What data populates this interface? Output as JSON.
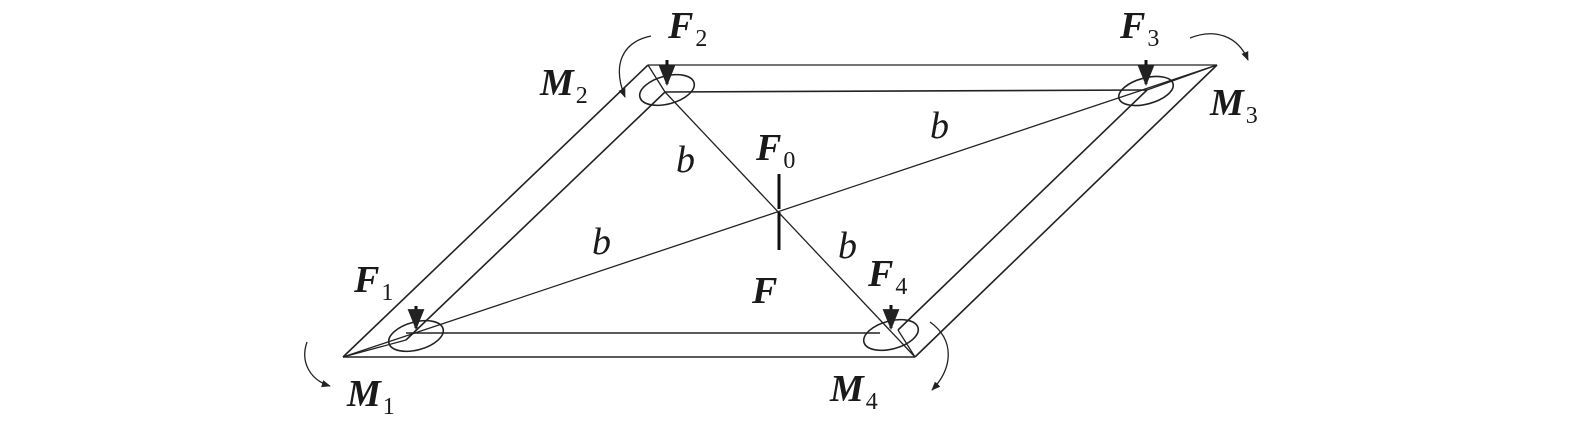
{
  "labels": {
    "F1": {
      "main": "F",
      "sub": "1"
    },
    "F2": {
      "main": "F",
      "sub": "2"
    },
    "F3": {
      "main": "F",
      "sub": "3"
    },
    "F4": {
      "main": "F",
      "sub": "4"
    },
    "F0": {
      "main": "F",
      "sub": "0"
    },
    "F": {
      "main": "F"
    },
    "M1": {
      "main": "M",
      "sub": "1"
    },
    "M2": {
      "main": "M",
      "sub": "2"
    },
    "M3": {
      "main": "M",
      "sub": "3"
    },
    "M4": {
      "main": "M",
      "sub": "4"
    },
    "b": "b"
  }
}
